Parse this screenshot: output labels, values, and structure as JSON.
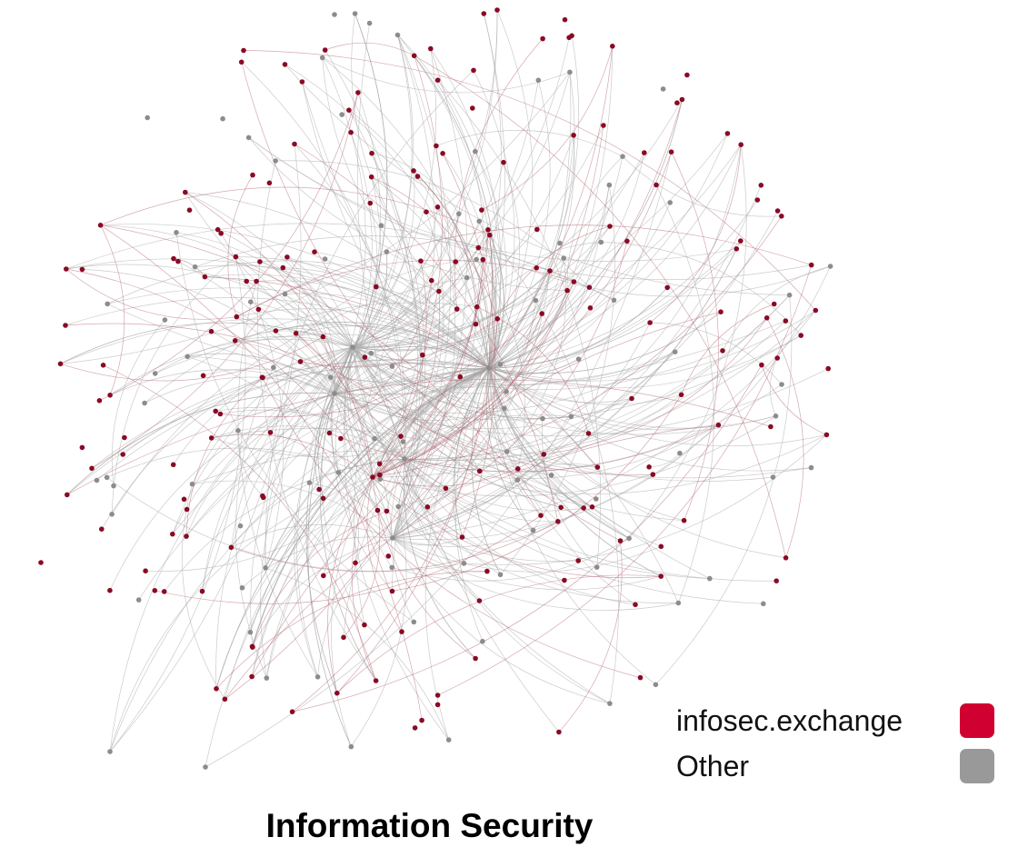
{
  "title": "Information Security",
  "legend": [
    {
      "label": "infosec.exchange",
      "color": "#d00030"
    },
    {
      "label": "Other",
      "color": "#999999"
    }
  ],
  "colors": {
    "node_infosec": "#8a0a25",
    "node_other": "#8c8c8c",
    "edge_infosec": "#b06070",
    "edge_other": "#a8a8a8"
  }
}
